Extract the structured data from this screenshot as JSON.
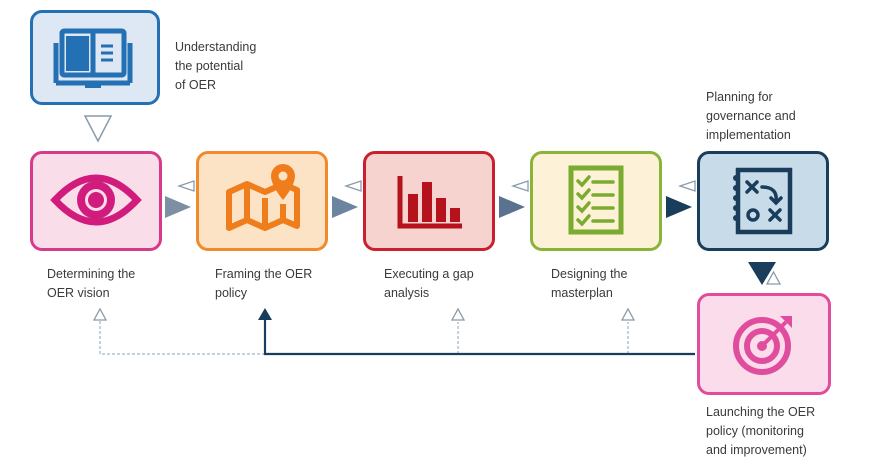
{
  "steps": [
    {
      "id": "understanding",
      "label": "Understanding\nthe potential\nof OER",
      "icon": "open-book-icon",
      "border": "#2470b5",
      "fill": "#dde8f4",
      "accent": "#2470b5"
    },
    {
      "id": "vision",
      "label": "Determining the\nOER vision",
      "icon": "eye-icon",
      "border": "#d73a8a",
      "fill": "#f9dde9",
      "accent": "#d21c7d"
    },
    {
      "id": "framing",
      "label": "Framing the OER\npolicy",
      "icon": "map-pin-icon",
      "border": "#f08a2a",
      "fill": "#fde3c6",
      "accent": "#f07d1c"
    },
    {
      "id": "gap",
      "label": "Executing a gap\nanalysis",
      "icon": "bar-chart-icon",
      "border": "#c8202e",
      "fill": "#f6d3cf",
      "accent": "#b5121e"
    },
    {
      "id": "masterplan",
      "label": "Designing the\nmasterplan",
      "icon": "checklist-icon",
      "border": "#8ab33a",
      "fill": "#fdf1d8",
      "accent": "#7bab2f"
    },
    {
      "id": "governance",
      "label": "Planning for\ngovernance and\nimplementation",
      "icon": "strategy-board-icon",
      "border": "#1a3d5c",
      "fill": "#c8dbe8",
      "accent": "#1a3d5c"
    },
    {
      "id": "launching",
      "label": "Launching the OER\npolicy (monitoring\nand improvement)",
      "icon": "target-icon",
      "border": "#e04d9e",
      "fill": "#fbdcea",
      "accent": "#e04d9e"
    }
  ]
}
